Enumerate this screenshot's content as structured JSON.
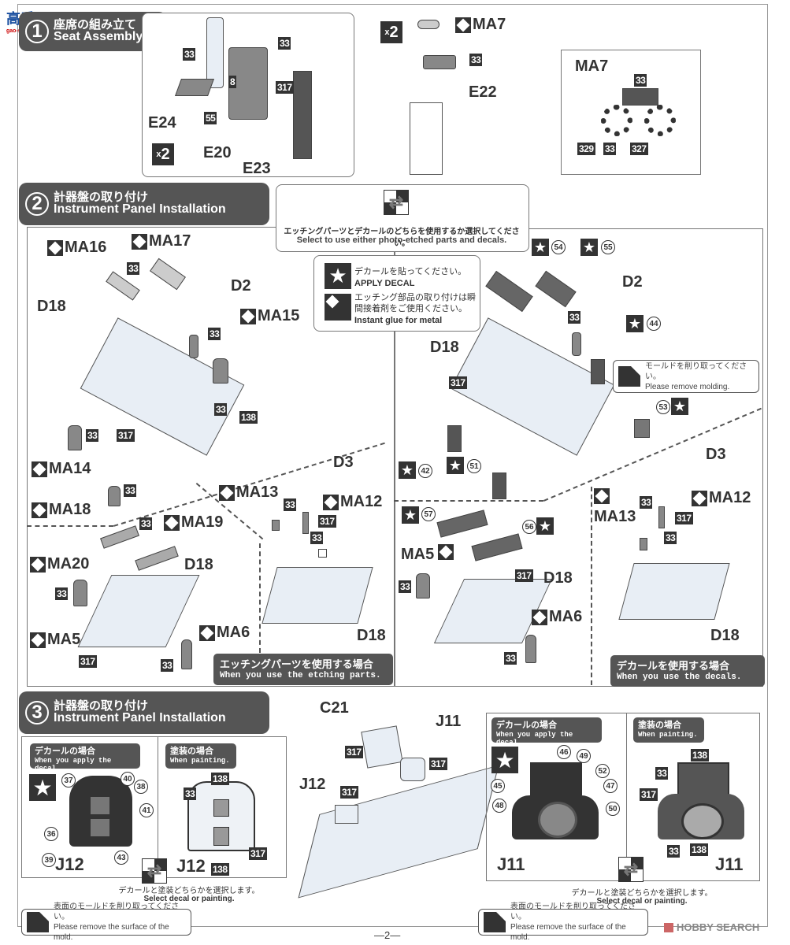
{
  "watermark": {
    "top": "高手网",
    "bottom": "gao-shou.com"
  },
  "step1": {
    "number": "1",
    "title_jp": "座席の組み立て",
    "title_en": "Seat Assembly",
    "multiplier": "2",
    "parts": [
      "E24",
      "E20",
      "E23",
      "E22",
      "MA7"
    ],
    "paint_codes": [
      "33",
      "33",
      "8",
      "317",
      "55",
      "33"
    ],
    "detail_label": "MA7",
    "detail_codes": [
      "33",
      "329",
      "33",
      "327"
    ]
  },
  "step2": {
    "number": "2",
    "title_jp": "計器盤の取り付け",
    "title_en": "Instrument Panel Installation",
    "select_note_jp": "エッチングパーツとデカールのどちらを使用するか選択してください。",
    "select_note_en": "Select to use either photo-etched parts and decals.",
    "legend": [
      {
        "icon": "star",
        "jp": "デカールを貼ってください。",
        "en": "APPLY DECAL"
      },
      {
        "icon": "diamond",
        "jp1": "エッチング部品の取り付けは瞬",
        "jp2": "間接着剤をご使用ください。",
        "en": "Instant glue for metal"
      }
    ],
    "left": {
      "labels": [
        "MA16",
        "MA17",
        "D18",
        "D2",
        "MA15",
        "MA14",
        "MA18",
        "MA13",
        "D3",
        "MA12",
        "MA20",
        "MA19",
        "D18",
        "MA5",
        "MA6",
        "D18"
      ],
      "codes": [
        "33",
        "33",
        "33",
        "138",
        "33",
        "317",
        "33",
        "33",
        "317",
        "33",
        "33",
        "33",
        "317",
        "33"
      ],
      "caption_jp": "エッチングパーツを使用する場合",
      "caption_en": "When you use the etching parts."
    },
    "right": {
      "decals": [
        "54",
        "55",
        "44",
        "53",
        "42",
        "51",
        "57",
        "56"
      ],
      "labels": [
        "D2",
        "D18",
        "D3",
        "MA13",
        "MA12",
        "MA5",
        "D18",
        "MA6",
        "D18"
      ],
      "codes": [
        "33",
        "317",
        "33",
        "317",
        "33",
        "33",
        "317",
        "33"
      ],
      "mold_note_jp": "モールドを削り取ってください。",
      "mold_note_en": "Please remove molding.",
      "caption_jp": "デカールを使用する場合",
      "caption_en": "When you use the decals."
    }
  },
  "step3": {
    "number": "3",
    "title_jp": "計器盤の取り付け",
    "title_en": "Instrument Panel Installation",
    "j12_decal": {
      "tag_jp": "デカールの場合",
      "tag_en": "When you apply the decal.",
      "decals": [
        "37",
        "40",
        "38",
        "41",
        "36",
        "39",
        "43"
      ],
      "label": "J12"
    },
    "j12_paint": {
      "tag_jp": "塗装の場合",
      "tag_en": "When painting.",
      "codes": [
        "138",
        "33",
        "317",
        "138"
      ],
      "label": "J12"
    },
    "center_labels": [
      "C21",
      "J11",
      "J12"
    ],
    "center_codes": [
      "317",
      "317",
      "317"
    ],
    "j11_decal": {
      "tag_jp": "デカールの場合",
      "tag_en": "When you apply the decal.",
      "decals": [
        "46",
        "49",
        "52",
        "45",
        "47",
        "48",
        "50"
      ],
      "label": "J11"
    },
    "j11_paint": {
      "tag_jp": "塗装の場合",
      "tag_en": "When painting.",
      "codes": [
        "138",
        "33",
        "317",
        "33",
        "138"
      ],
      "label": "J11"
    },
    "select_jp": "デカールと塗装どちらかを選択します。",
    "select_en": "Select decal or painting.",
    "mold_note_jp": "表面のモールドを削り取ってください。",
    "mold_note_en": "Please remove the surface of the mold."
  },
  "footer": {
    "page": "—2—",
    "brand": "HOBBY SEARCH"
  }
}
